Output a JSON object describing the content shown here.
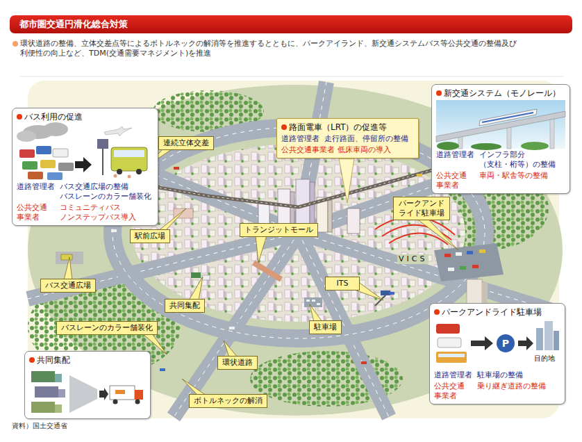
{
  "diagram": {
    "title": "都市圏交通円滑化総合対策",
    "nodes": [
      {
        "text": [
          "新交通システム（モノレール）",
          "道路管理者",
          "インフラ部分 （支柱・桁等）の整備",
          "公共交通 事業者",
          "車両・駅舎等の整備"
        ]
      },
      {
        "text": [
          "バス利用の促進",
          "道路管理者",
          "バス交通広場の整備 バスレーンのカラー舗装化",
          "公共交通 事業者",
          "コミュニティバス ノンステップバス導入"
        ]
      },
      {
        "text": [
          "路面電車（LRT）の促進等",
          "道路管理者",
          "走行路面、停留所の整備",
          "公共交通事業者",
          "低床車両の導入"
        ]
      },
      {
        "text": [
          "連続立体交差"
        ]
      },
      {
        "text": [
          "パークアンド ライド駐車場"
        ]
      },
      {
        "text": [
          "トランジットモール"
        ]
      },
      {
        "text": [
          "駅前広場"
        ]
      },
      {
        "text": [
          "ITS"
        ]
      },
      {
        "text": [
          "バス交通広場"
        ]
      },
      {
        "text": [
          "共同集配"
        ]
      },
      {
        "text": [
          "パークアンドライド駐車場",
          "道路管理者",
          "駐車場の整備",
          "公共交通 事業者",
          "乗り継ぎ道路の整備"
        ]
      },
      {
        "text": [
          "駐車場"
        ]
      },
      {
        "text": [
          "バスレーンのカラー舗装化"
        ]
      },
      {
        "text": [
          "共同集配"
        ]
      },
      {
        "text": [
          "環状道路"
        ]
      },
      {
        "text": [
          "ボトルネックの解消"
        ]
      }
    ],
    "labels": [
      "環状道路の整備、立体交差点等によるボトルネックの解消等を推進するとともに、パークアイランド、新交通システムバス等公共交通の整備及び 利便性の向上など、TDM(交通需要マネジメント)を推進",
      "VICS",
      "P",
      "目的地",
      "資料）国土交通省"
    ]
  }
}
